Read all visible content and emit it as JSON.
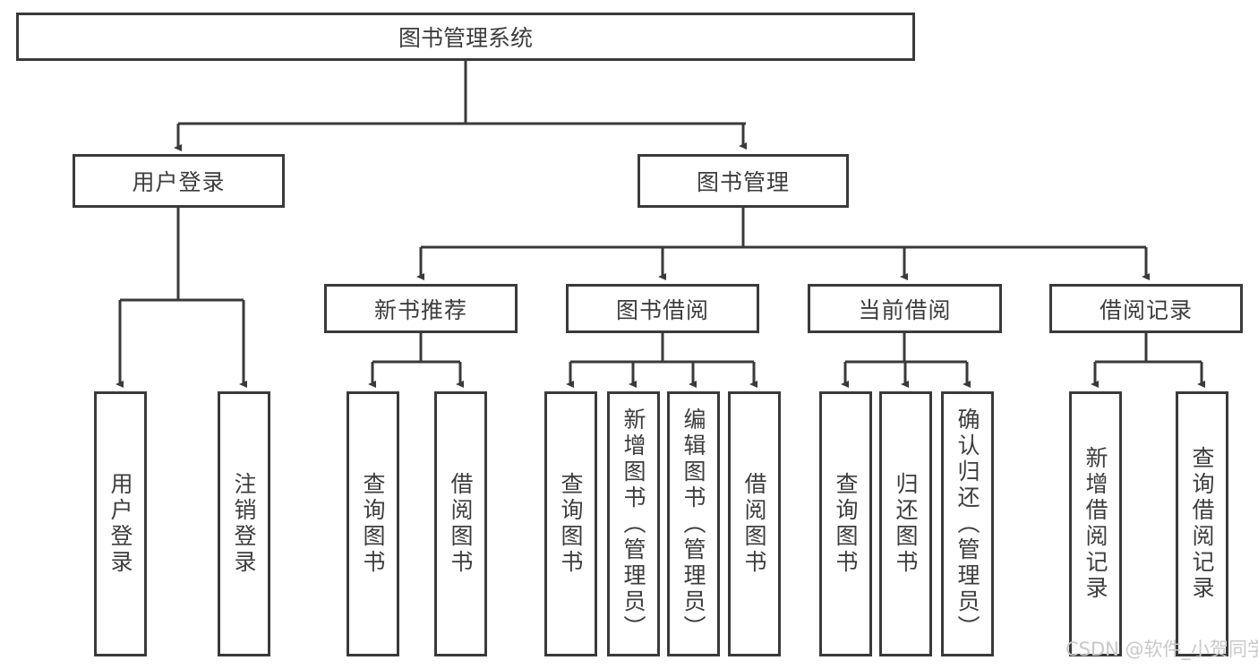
{
  "diagram": {
    "title": "图书管理系统",
    "type": "hierarchy-tree",
    "root": {
      "label": "图书管理系统"
    },
    "level1": [
      {
        "label": "用户登录"
      },
      {
        "label": "图书管理"
      }
    ],
    "level2": [
      {
        "label": "新书推荐"
      },
      {
        "label": "图书借阅"
      },
      {
        "label": "当前借阅"
      },
      {
        "label": "借阅记录"
      }
    ],
    "leaves": {
      "user_login": [
        {
          "label": "用户登录"
        },
        {
          "label": "注销登录"
        }
      ],
      "new_book_recommend": [
        {
          "label": "查询图书"
        },
        {
          "label": "借阅图书"
        }
      ],
      "book_borrow": [
        {
          "label": "查询图书"
        },
        {
          "label": "新增图书（管理员）"
        },
        {
          "label": "编辑图书（管理员）"
        },
        {
          "label": "借阅图书"
        }
      ],
      "current_borrow": [
        {
          "label": "查询图书"
        },
        {
          "label": "归还图书"
        },
        {
          "label": "确认归还（管理员）"
        }
      ],
      "borrow_record": [
        {
          "label": "新增借阅记录"
        },
        {
          "label": "查询借阅记录"
        }
      ]
    }
  },
  "watermark": {
    "text": "CSDN @软件_小贺同学"
  },
  "colors": {
    "border": "#3a3a3a",
    "text": "#3d3d3d",
    "background": "#ffffff",
    "watermark": "#c9c9c9"
  }
}
